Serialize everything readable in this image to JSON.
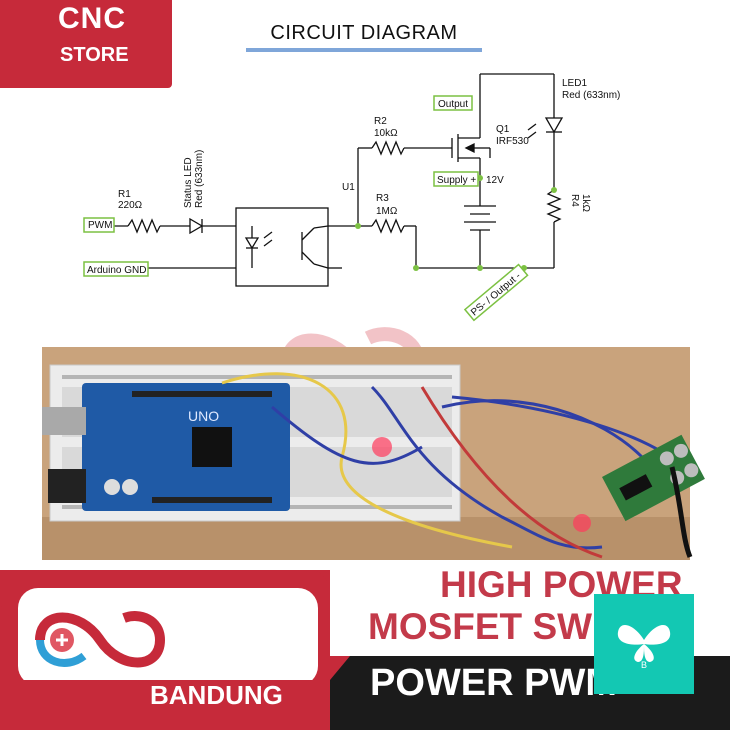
{
  "brand": {
    "line1": "CNC",
    "line2": "STORE"
  },
  "diagram": {
    "title": "CIRCUIT DIAGRAM",
    "labels": {
      "r1": "R1",
      "r1_val": "220Ω",
      "status_led_1": "Status LED",
      "status_led_2": "Red (633nm)",
      "r2": "R2",
      "r2_val": "10kΩ",
      "r3": "R3",
      "r3_val": "1MΩ",
      "u1": "U1",
      "q1": "Q1",
      "q1_val": "IRF530",
      "led1": "LED1",
      "led1_val": "Red (633nm)",
      "r4": "R4",
      "r4_val": "1kΩ",
      "v12": "12V",
      "pwm_tag": "PWM",
      "gnd_tag": "Arduino GND",
      "output_tag": "Output",
      "supply_tag": "Supply +",
      "ps_tag": "PS- / Output -"
    }
  },
  "banner": {
    "line1": "HIGH POWER",
    "line2": "MOSFET SWITCH",
    "line3": "POWER PWM",
    "city": "BANDUNG",
    "badge_letter": "B"
  },
  "colors": {
    "brand_red": "#c62a3a",
    "banner_text_red": "#c33a4a",
    "badge_teal": "#13c8b3",
    "wire_green": "#7cc142"
  }
}
